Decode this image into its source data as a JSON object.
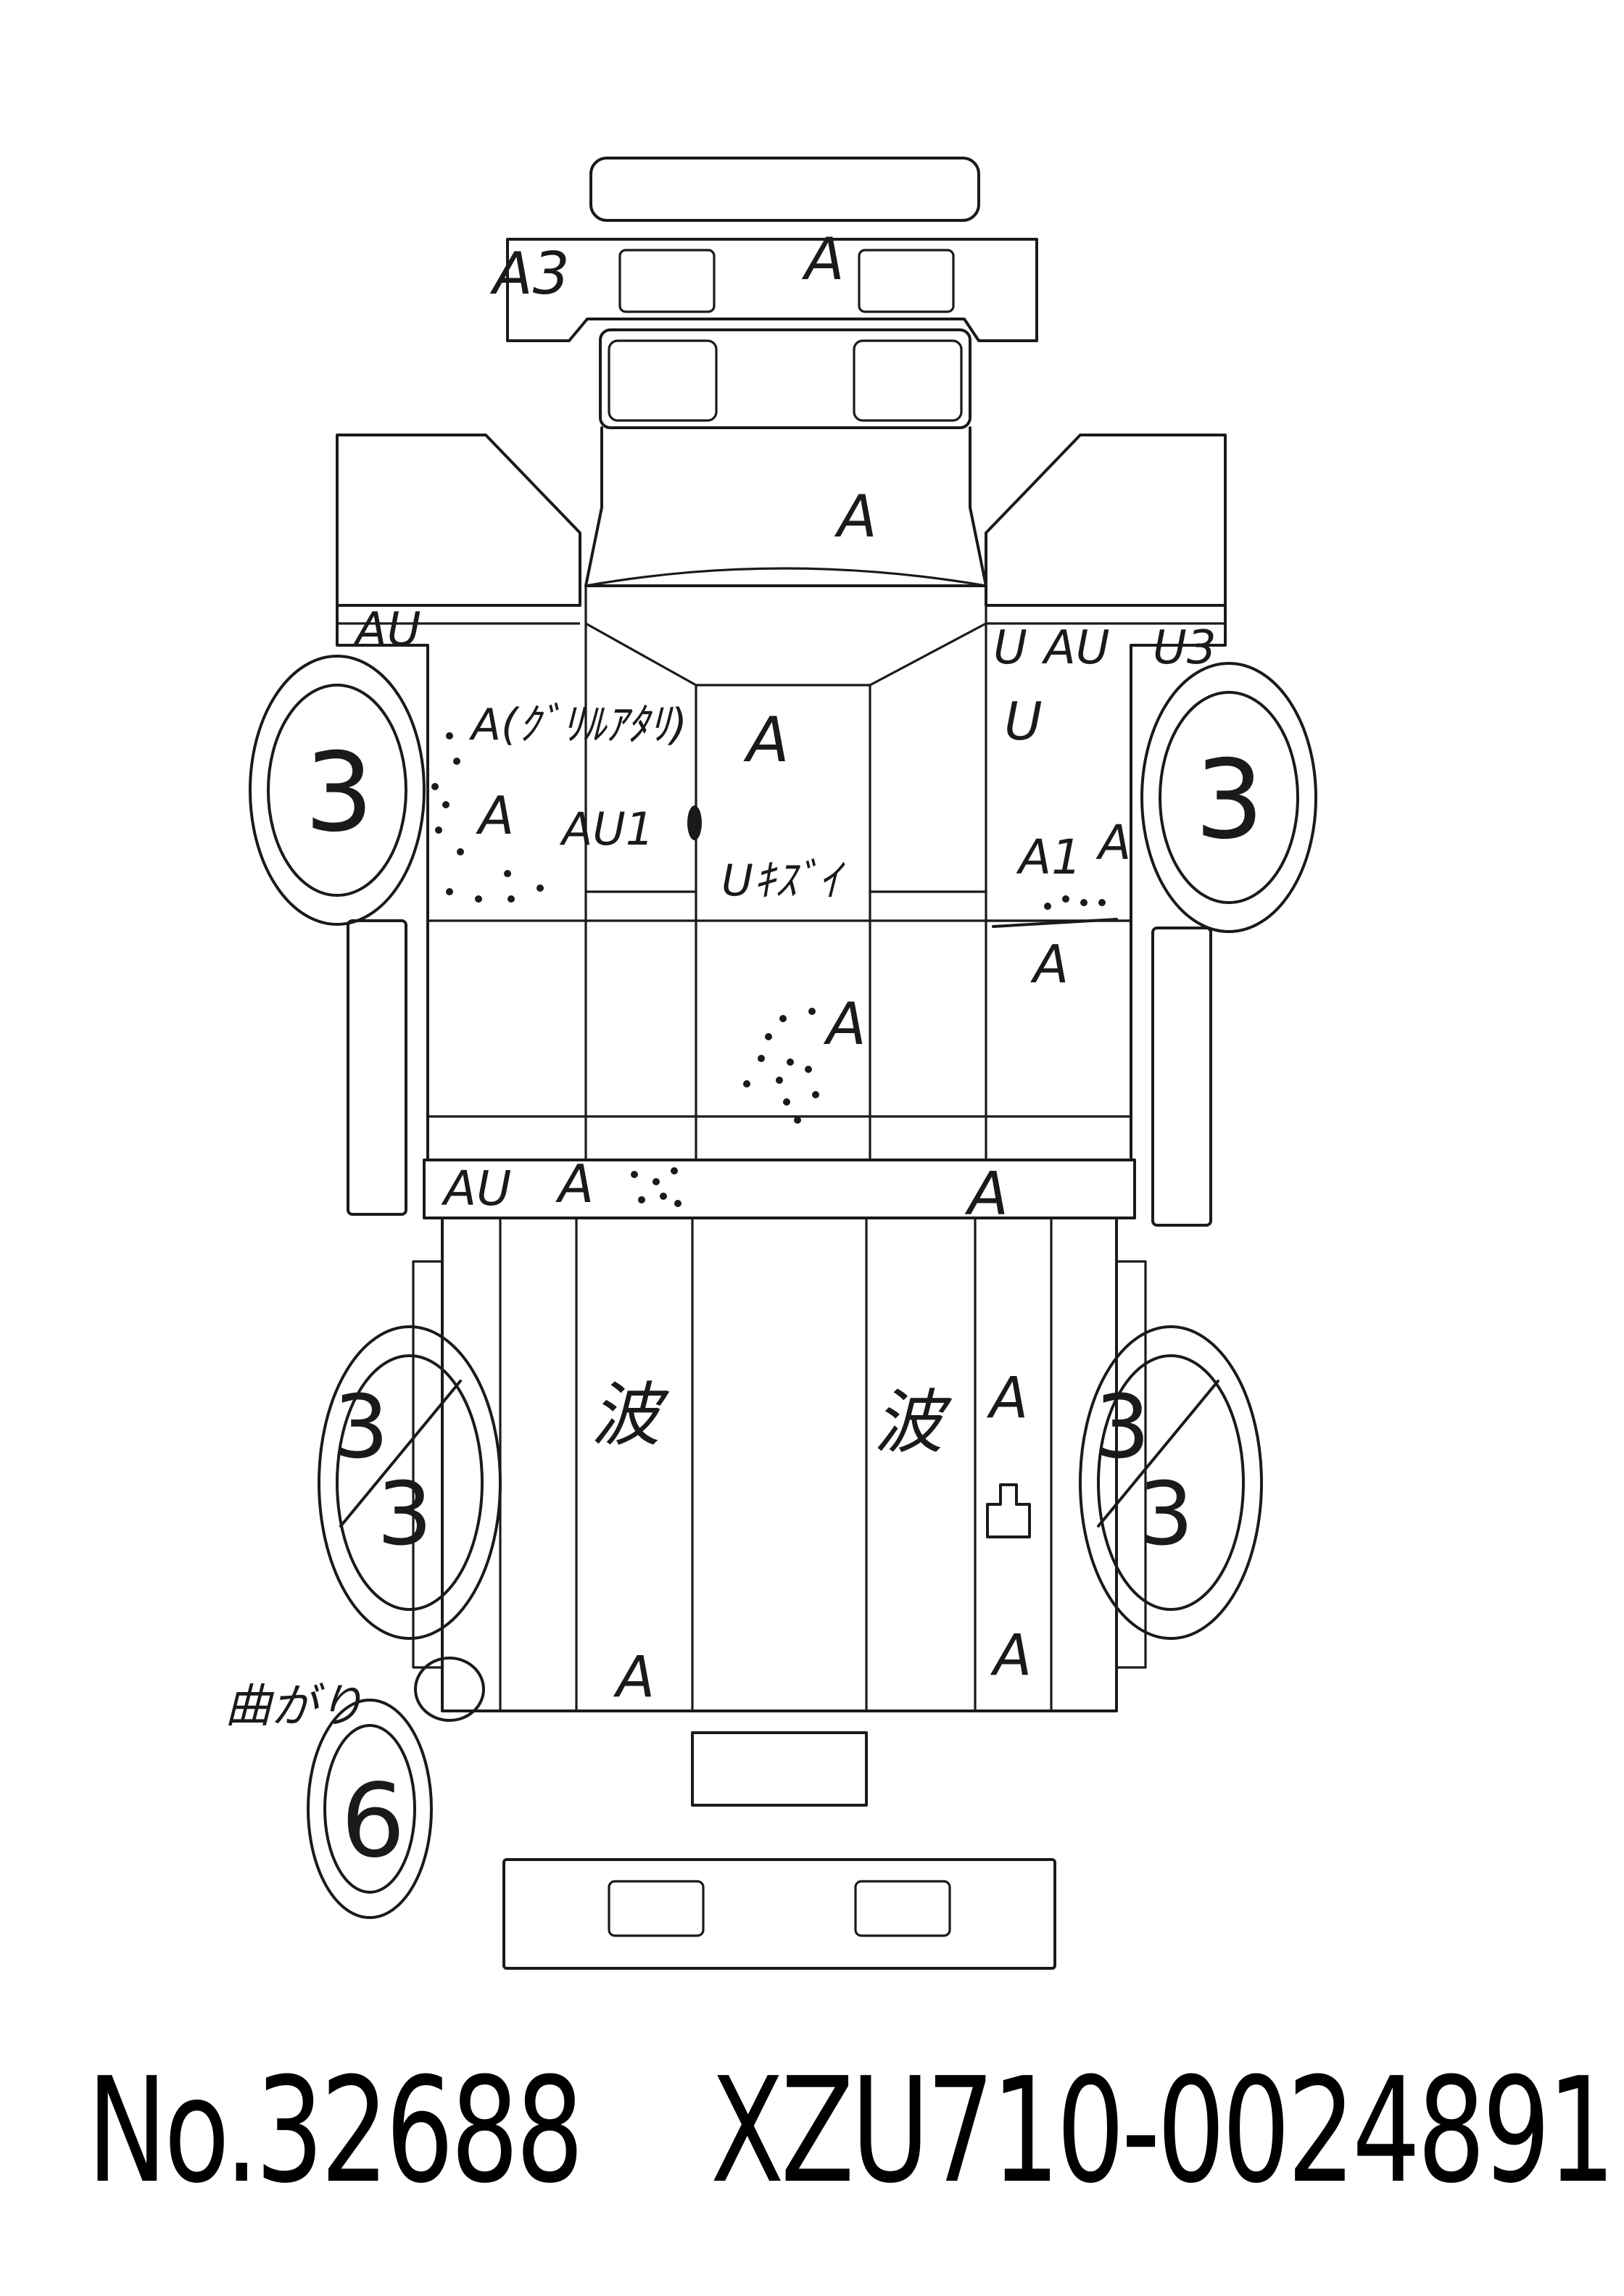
{
  "annotations": {
    "front_bumper": "A",
    "front_left_corner": "A3",
    "hood": "A",
    "left_top": "AU",
    "left_pillar_note": "A(ｸﾞﾘﾙｱﾀﾘ)",
    "left_mid": "A",
    "left_au1": "AU1",
    "center_a": "A",
    "center_u": "Uｷｽﾞｲ",
    "right_top_1": "U",
    "right_top_2": "AU",
    "right_top_3": "U3",
    "right_u": "U",
    "right_a1": "A1",
    "right_a": "A",
    "right_a_lower": "A",
    "floor_a": "A",
    "sill_left_au": "AU",
    "sill_left_a": "A",
    "sill_right_a": "A",
    "bed_left_wave": "波",
    "bed_right_wave": "波",
    "bed_right_a_top": "A",
    "bed_right_a_bottom": "A",
    "bed_left_a_bottom": "A",
    "bent_note": "曲がり"
  },
  "tires": {
    "front_left": "3",
    "front_right": "3",
    "rear_left_top": "3",
    "rear_left_bottom": "3",
    "rear_right_top": "3",
    "rear_right_bottom": "3",
    "spare": "6"
  },
  "footer": {
    "number": "No.32688",
    "chassis": "XZU710-0024891"
  }
}
